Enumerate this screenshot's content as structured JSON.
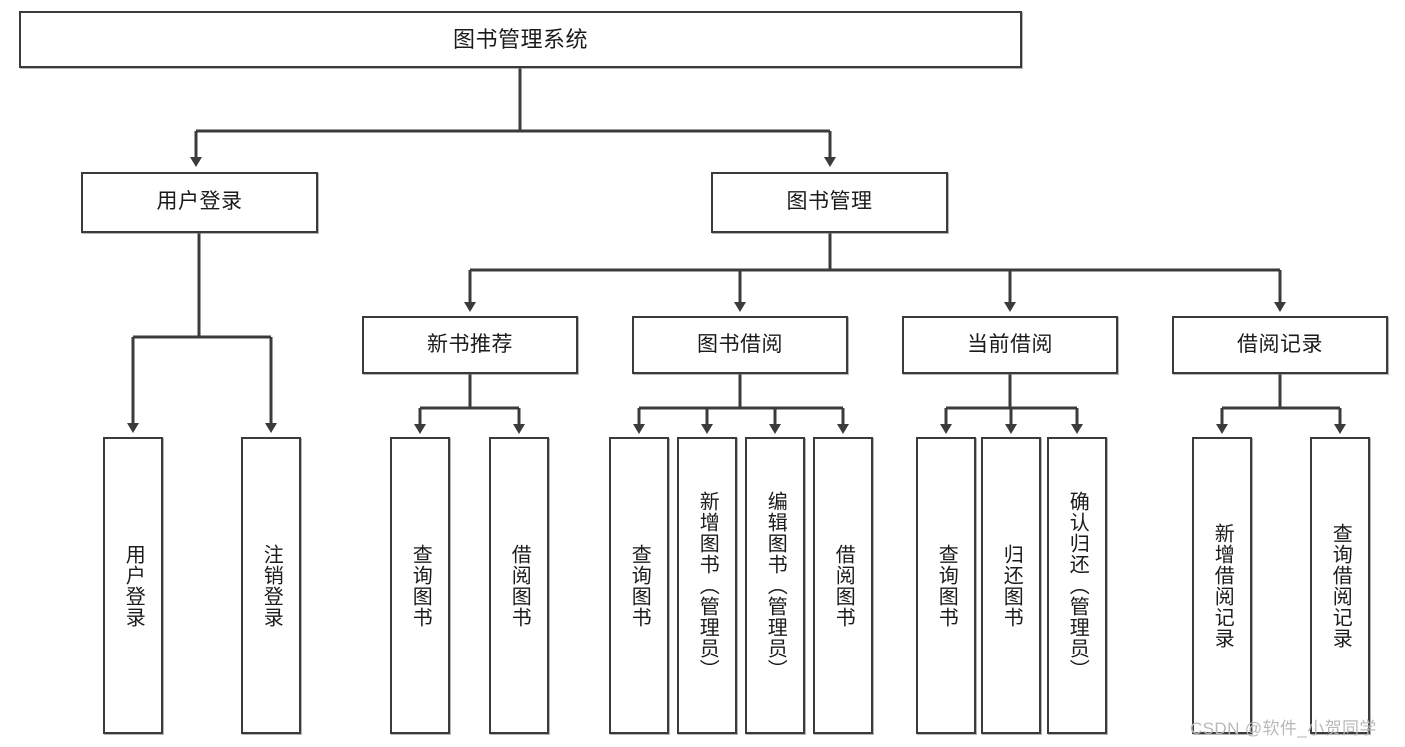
{
  "diagram": {
    "type": "tree-hierarchy",
    "title": "图书管理系统",
    "orientation": "top-down",
    "colors": {
      "node_border": "#3b3b3b",
      "node_fill": "#ffffff",
      "connector": "#3b3b3b",
      "text": "#1b1b1b",
      "watermark": "#b9b9b9"
    },
    "root": {
      "label": "图书管理系统"
    },
    "level2": [
      {
        "label": "用户登录"
      },
      {
        "label": "图书管理"
      }
    ],
    "level3": [
      {
        "label": "新书推荐"
      },
      {
        "label": "图书借阅"
      },
      {
        "label": "当前借阅"
      },
      {
        "label": "借阅记录"
      }
    ],
    "leaves": {
      "user_login": [
        {
          "label": "用户登录"
        },
        {
          "label": "注销登录"
        }
      ],
      "new_book_recommend": [
        {
          "label": "查询图书"
        },
        {
          "label": "借阅图书"
        }
      ],
      "book_borrow": [
        {
          "label": "查询图书"
        },
        {
          "label": "新增图书（管理员）"
        },
        {
          "label": "编辑图书（管理员）"
        },
        {
          "label": "借阅图书"
        }
      ],
      "current_borrow": [
        {
          "label": "查询图书"
        },
        {
          "label": "归还图书"
        },
        {
          "label": "确认归还（管理员）"
        }
      ],
      "borrow_record": [
        {
          "label": "新增借阅记录"
        },
        {
          "label": "查询借阅记录"
        }
      ]
    }
  },
  "watermark": {
    "text": "CSDN @软件_小贺同学"
  }
}
